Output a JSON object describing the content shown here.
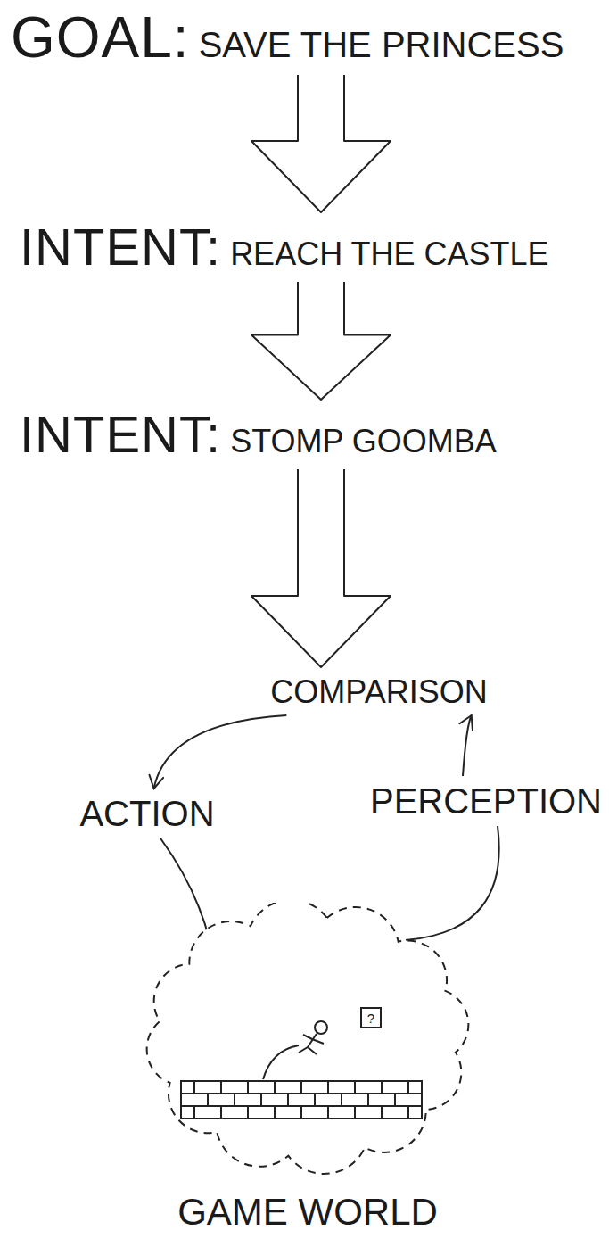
{
  "diagram": {
    "nodes": [
      {
        "text": [
          "GOAL:",
          "SAVE THE PRINCESS"
        ]
      },
      {
        "text": [
          "INTENT:",
          "REACH THE CASTLE"
        ]
      },
      {
        "text": [
          "INTENT:",
          "STOMP GOOMBA"
        ]
      },
      {
        "text": [
          "COMPARISON"
        ]
      },
      {
        "text": [
          "ACTION"
        ]
      },
      {
        "text": [
          "PERCEPTION"
        ]
      },
      {
        "text": [
          "GAME WORLD"
        ]
      }
    ],
    "edges": [
      {
        "from": 0,
        "to": 1,
        "arrow": "to"
      },
      {
        "from": 1,
        "to": 2,
        "arrow": "to"
      },
      {
        "from": 2,
        "to": 3,
        "arrow": "to"
      },
      {
        "from": 3,
        "to": 4,
        "arrow": "to"
      },
      {
        "from": 4,
        "to": 6,
        "arrow": "none"
      },
      {
        "from": 6,
        "to": 5,
        "arrow": "none"
      },
      {
        "from": 5,
        "to": 3,
        "arrow": "to"
      }
    ],
    "labels": [
      "?"
    ]
  }
}
